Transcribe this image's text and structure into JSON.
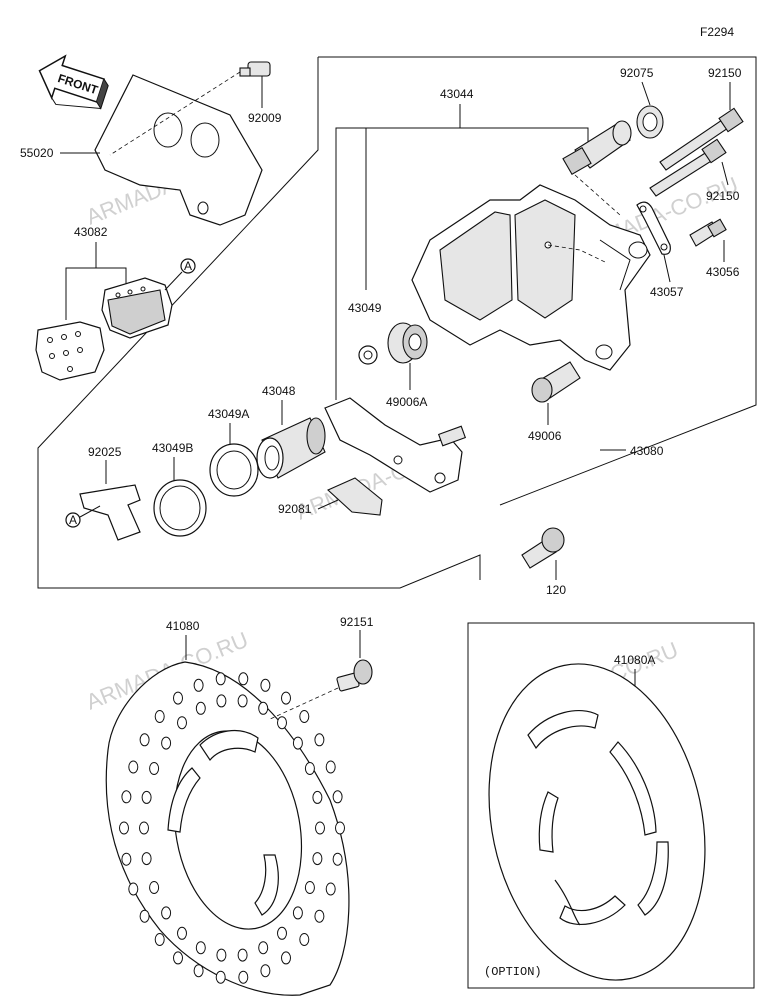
{
  "figure_code": "F2294",
  "front_label": "FRONT",
  "option_label": "(OPTION)",
  "callout_letter": "A",
  "watermark": "ARMADA-CO.RU",
  "part_labels": {
    "p92009": "92009",
    "p55020": "55020",
    "p43082": "43082",
    "p43044": "43044",
    "p92075": "92075",
    "p92150a": "92150",
    "p92150b": "92150",
    "p43056": "43056",
    "p43057": "43057",
    "p43049": "43049",
    "p49006A": "49006A",
    "p49006": "49006",
    "p43080": "43080",
    "p43048": "43048",
    "p43049A": "43049A",
    "p43049B": "43049B",
    "p92025": "92025",
    "p92081": "92081",
    "p120": "120",
    "p41080": "41080",
    "p92151": "92151",
    "p41080A": "41080A"
  }
}
